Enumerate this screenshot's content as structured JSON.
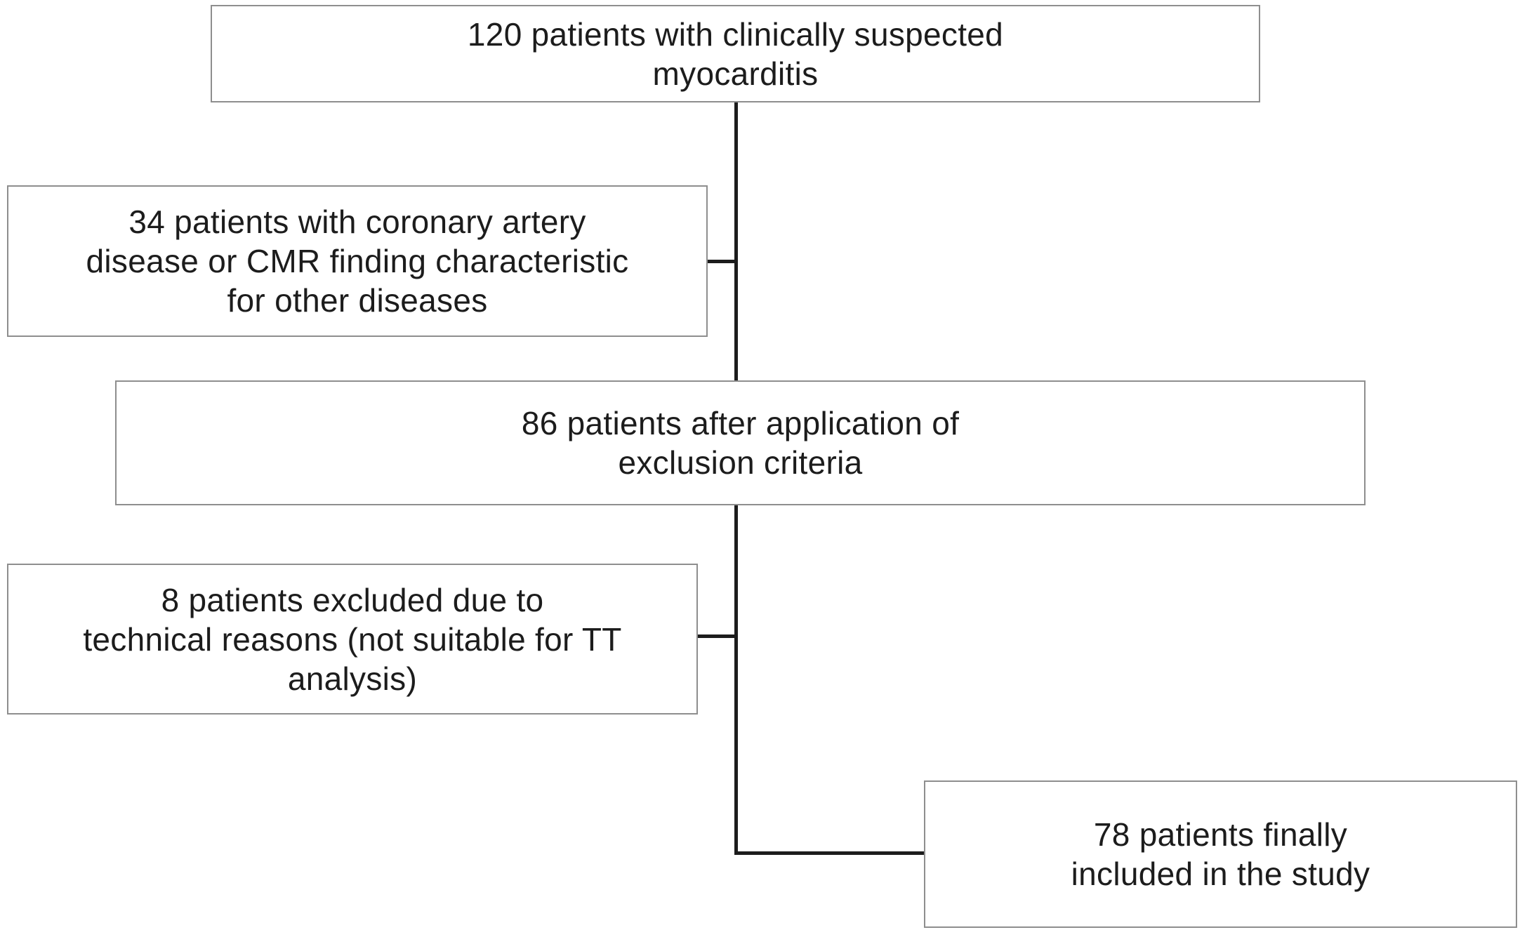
{
  "figure": {
    "background_color": "#ffffff",
    "box_border_color": "#8e8e8e",
    "connector_color": "#1c1c1c",
    "text_color": "#1c1c1c"
  },
  "boxes": {
    "suspected": {
      "count": 120,
      "text": "120 patients with clinically suspected\nmyocarditis"
    },
    "excluded_cad": {
      "count": 34,
      "text": "34 patients with coronary artery\ndisease or CMR finding characteristic\nfor other diseases"
    },
    "after_exclusion": {
      "count": 86,
      "text": "86 patients after application of\nexclusion criteria"
    },
    "excluded_technical": {
      "count": 8,
      "text": "8 patients excluded due to\ntechnical reasons (not suitable for TT\nanalysis)"
    },
    "included": {
      "count": 78,
      "text": "78 patients finally\nincluded in the study"
    }
  }
}
